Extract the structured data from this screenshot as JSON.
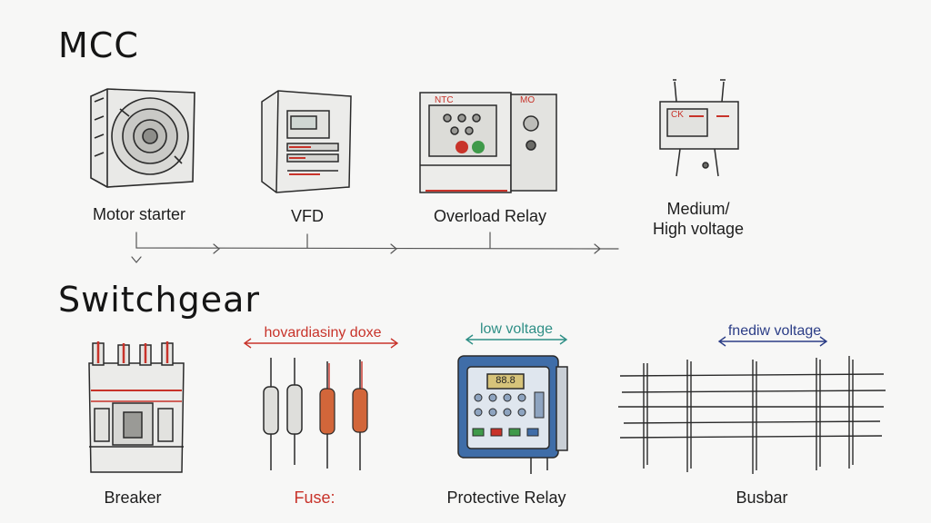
{
  "sections": {
    "mcc": {
      "title": "MCC"
    },
    "switchgear": {
      "title": "Switchgear"
    }
  },
  "mcc_items": {
    "motor_starter": {
      "label": "Motor starter"
    },
    "vfd": {
      "label": "VFD"
    },
    "overload_relay": {
      "label": "Overload Relay",
      "panel_text_left": "NTC",
      "panel_text_right": "MO"
    },
    "medium_high_voltage": {
      "label_line1": "Medium/",
      "label_line2": "High voltage",
      "box_text": "CK"
    }
  },
  "switchgear_items": {
    "breaker": {
      "label": "Breaker"
    },
    "fuses": {
      "label": "Fuse:",
      "tag": "hovardiasiny doxe"
    },
    "protective_relay": {
      "label": "Protective Relay",
      "tag": "low voltage",
      "display_text": "88.8"
    },
    "busbar": {
      "label": "Busbar",
      "tag": "fnediw voltage"
    }
  },
  "colors": {
    "ink": "#2a2a2a",
    "accent_red": "#c8332a",
    "fuse_orange": "#d2663a",
    "relay_blue": "#3f6da8",
    "tag_teal": "#2f8f86",
    "tag_navy": "#2b3d86",
    "indicator_green": "#3f9a4a"
  }
}
